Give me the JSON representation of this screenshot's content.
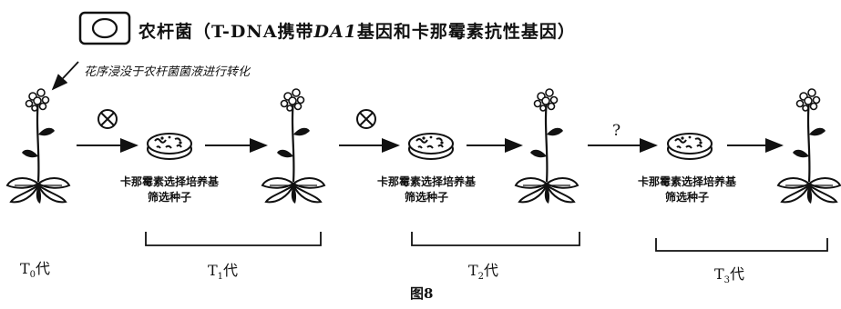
{
  "title": {
    "prefix": "农杆菌（T-DNA携带",
    "gene": "DA1",
    "suffix": "基因和卡那霉素抗性基因）"
  },
  "dip_note": "花序浸没于农杆菌菌液进行转化",
  "steps": [
    {
      "label_line1": "卡那霉素选择培养基",
      "label_line2": "筛选种子",
      "arrow_symbol": "⊗"
    },
    {
      "label_line1": "卡那霉素选择培养基",
      "label_line2": "筛选种子",
      "arrow_symbol": "⊗"
    },
    {
      "label_line1": "卡那霉素选择培养基",
      "label_line2": "筛选种子",
      "arrow_symbol": "?"
    }
  ],
  "generations": [
    {
      "base": "T",
      "sub": "0",
      "suffix": "代"
    },
    {
      "base": "T",
      "sub": "1",
      "suffix": "代"
    },
    {
      "base": "T",
      "sub": "2",
      "suffix": "代"
    },
    {
      "base": "T",
      "sub": "3",
      "suffix": "代"
    }
  ],
  "figure_label": "图8"
}
